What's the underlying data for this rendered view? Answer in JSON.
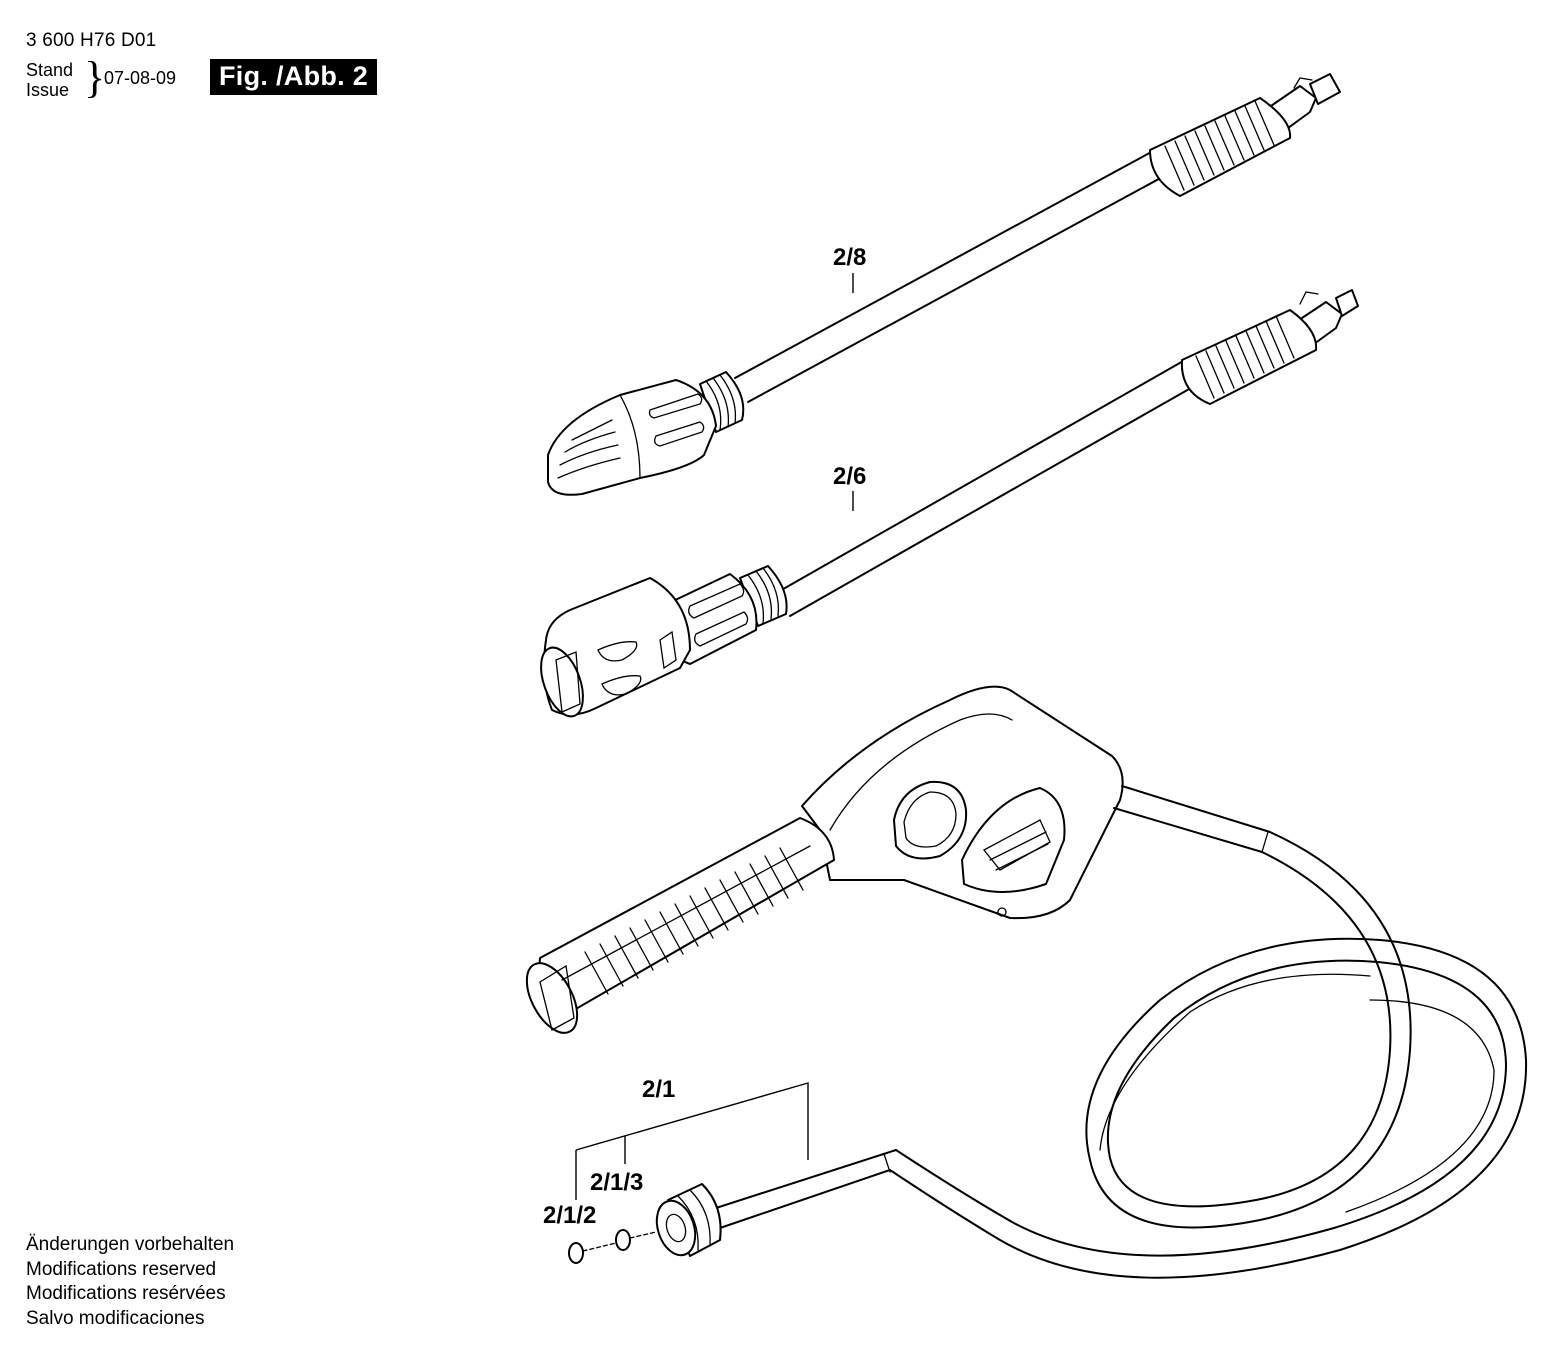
{
  "header": {
    "doc_code": "3 600 H76 D01",
    "stand_label": "Stand",
    "issue_label": "Issue",
    "brace": "}",
    "date": "07-08-09",
    "figure_badge": "Fig. /Abb. 2"
  },
  "callouts": {
    "part_2_8": "2/8",
    "part_2_6": "2/6",
    "part_2_1": "2/1",
    "part_2_1_3": "2/1/3",
    "part_2_1_2": "2/1/2"
  },
  "notes": [
    "Änderungen vorbehalten",
    "Modifications reserved",
    "Modifications resérvées",
    "Salvo modificaciones"
  ]
}
